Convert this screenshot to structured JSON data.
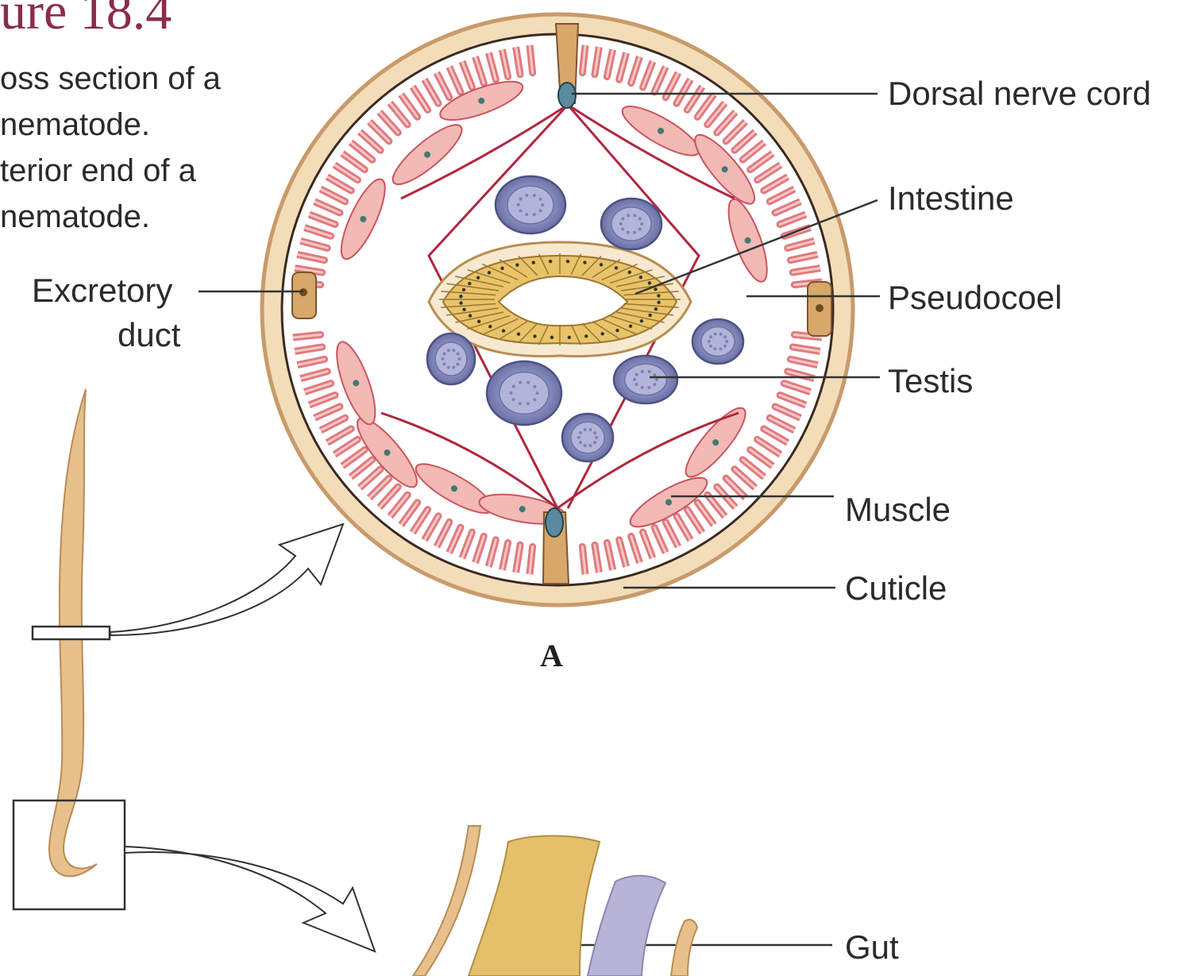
{
  "figure": {
    "title": "ure 18.4",
    "caption_lines": [
      "oss section of a",
      "nematode.",
      "terior end of a",
      "nematode."
    ],
    "panel_letter": "A"
  },
  "labels": {
    "dorsal_nerve_cord": "Dorsal nerve cord",
    "intestine": "Intestine",
    "pseudocoel": "Pseudocoel",
    "testis": "Testis",
    "muscle": "Muscle",
    "cuticle": "Cuticle",
    "excretory_line1": "Excretory",
    "excretory_line2": "duct",
    "gut": "Gut"
  },
  "colors": {
    "cuticle": "#f2ddb8",
    "cuticle_edge": "#c99a6a",
    "muscle": "#e07a80",
    "muscle_light": "#f3b9b4",
    "nerve_line": "#b0263e",
    "intestine": "#e8c468",
    "testis": "#7d82b6",
    "worm": "#e7c08c",
    "title": "#8a2c4a"
  }
}
